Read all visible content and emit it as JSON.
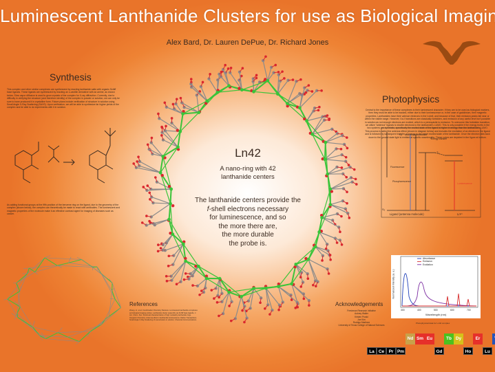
{
  "title": "Luminescent Lanthanide Clusters for use as Biological Imaging Agents",
  "authors": "Alex Bard, Dr. Lauren DePue, Dr. Richard Jones",
  "synthesis": {
    "heading": "Synthesis",
    "text": "This complex and other similar complexes are synthesized by reacting lanthanide salts with organic Schiff base ligands. These ligands are synthesized by reacting an o-vanillin derivative with an amine, as shown below. Slow vapor diffusion is used to grow crystals of the complex for X-ray diffraction. Currently, due to difficulty in verifying the structure (and therefore identity) of the complex in powder or solution, we can only be sure to have produced it in crystalline form. Future plans include verification of structure in solution using Small Angle X-Ray Scattering (SAXS). Upon verification, we will be able to synthesize far higher yields of the complex and be able to do experiments with it in solution.",
    "text2": "As adding functional groups at the fifth position of the benzene ring on the ligand, due to the geometry of the complex (shown below), the complex can theoretically be made to react with antibodies. The luminescent and magnetic properties of the molecule make it an effective contrast agent for imaging of diseases such as cancer."
  },
  "photophysics": {
    "heading": "Photophysics",
    "text": "Central to the importance of these complexes is their luminescent character. If they are to be used as biological markers, then they must be able to be tracked, either due to their luminescence or, in the case of gadolinium, their magnetic properties. Lanthanides have their valence electrons in the f-shell, and because of that, their emission peaks fall near or within the visible range. However, f-to-f transitions are classically forbidden, and emission of any useful level isn't possible in solution as not enough electrons are excited, which is a prerequisite to emission. To overcome this forbidden transition, we utilize \"antenna\" ligands to shuttle electrons to the lanthanide's LUMO. This is only possible if the energy levels in the two systems are symbiotic, specifically the excited state of the ligand is higher in energy than the lanthanide's LUMO. This process is called the antenna effect (shown in diagram below) and includes the excitation of an electron in the ligand and is followed by subsequent transfer of energy to the triplet excited state of the lanthanide. Once the electron falls back down to the ground state light is emitted at specific wavelengths. These colors are depicted in the figure at bottom.",
    "diagram": {
      "fluorescence": "Fluorescence",
      "phosphorescence": "Phosphorescence",
      "energy_transfer": "Energy transfer",
      "luminescence": "Luminescence",
      "s0": "S₀",
      "s1": "S₁",
      "t1": "T₁",
      "ligand_label": "Ligand (antenna molecule)",
      "ln_label": "Ln³⁺"
    },
    "spectrum": {
      "legend": [
        "Absorbance",
        "Emission",
        "Excitation"
      ],
      "ylabel": "Normalized Intensity (a. u.)",
      "xlabel": "Wavelength (nm)",
      "xticks": [
        "300",
        "400",
        "500",
        "600",
        "700"
      ],
      "caption": "Photophysical data for Ln42 complex"
    }
  },
  "ln42": {
    "name": "Ln42",
    "subtitle_line1": "A nano-ring with 42",
    "subtitle_line2": "lanthanide centers",
    "desc_line1": "The lanthanide centers provide the",
    "desc_line2a": "f",
    "desc_line2b": "-shell electrons necessary",
    "desc_line3": "for luminescence, and so",
    "desc_line4": "the more there are,",
    "desc_line5": "the more durable",
    "desc_line6": "the probe is."
  },
  "references": {
    "heading": "References",
    "text": "Zhang, H.; et al. Coordination Chemistry Reviews. Luminescent lanthanide complexes as biological imaging probes. Lanthanide cluster assembly via Schiff base ligands, J. Am. Chem. Soc. Structural characterization of high nuclearity lanthanide rings. Inorganic Chemistry. Antenna effect in lanthanide luminescence. Dalton Transactions. Small Angle X-Ray Scattering of nanoclusters in solution. Chemical Communications."
  },
  "acknowledgements": {
    "heading": "Acknowledgements",
    "items": [
      "Freshman Research Initiative",
      "Aubrey Waller",
      "Kristen Pruski",
      "Joe Kim",
      "Rodrigo Martinez",
      "University of Texas College of Natural Sciences"
    ]
  },
  "periodic_table": {
    "top": [
      {
        "symbol": "Nd",
        "color": "#c9a24a"
      },
      {
        "symbol": "Sm",
        "color": "#e6302a"
      },
      {
        "symbol": "Eu",
        "color": "#e6302a"
      },
      {
        "symbol": "Tb",
        "color": "#4cc11f"
      },
      {
        "symbol": "Dy",
        "color": "#d6c11a"
      },
      {
        "symbol": "Er",
        "color": "#e6302a"
      },
      {
        "symbol": "Yb",
        "color": "#2753b8"
      }
    ],
    "bottom_left": [
      "La",
      "Ce",
      "Pr"
    ],
    "bottom_mid": [
      "Pm"
    ],
    "bottom_gd": [
      "Gd"
    ],
    "bottom_ho": [
      "Ho"
    ],
    "bottom_lu": [
      "Lu"
    ]
  },
  "colors": {
    "background": "#ee8334",
    "text": "#3a2a20",
    "bond_green": "#3ac43a",
    "atom_red": "#d9272e",
    "atom_gray": "#8a8a8a"
  }
}
